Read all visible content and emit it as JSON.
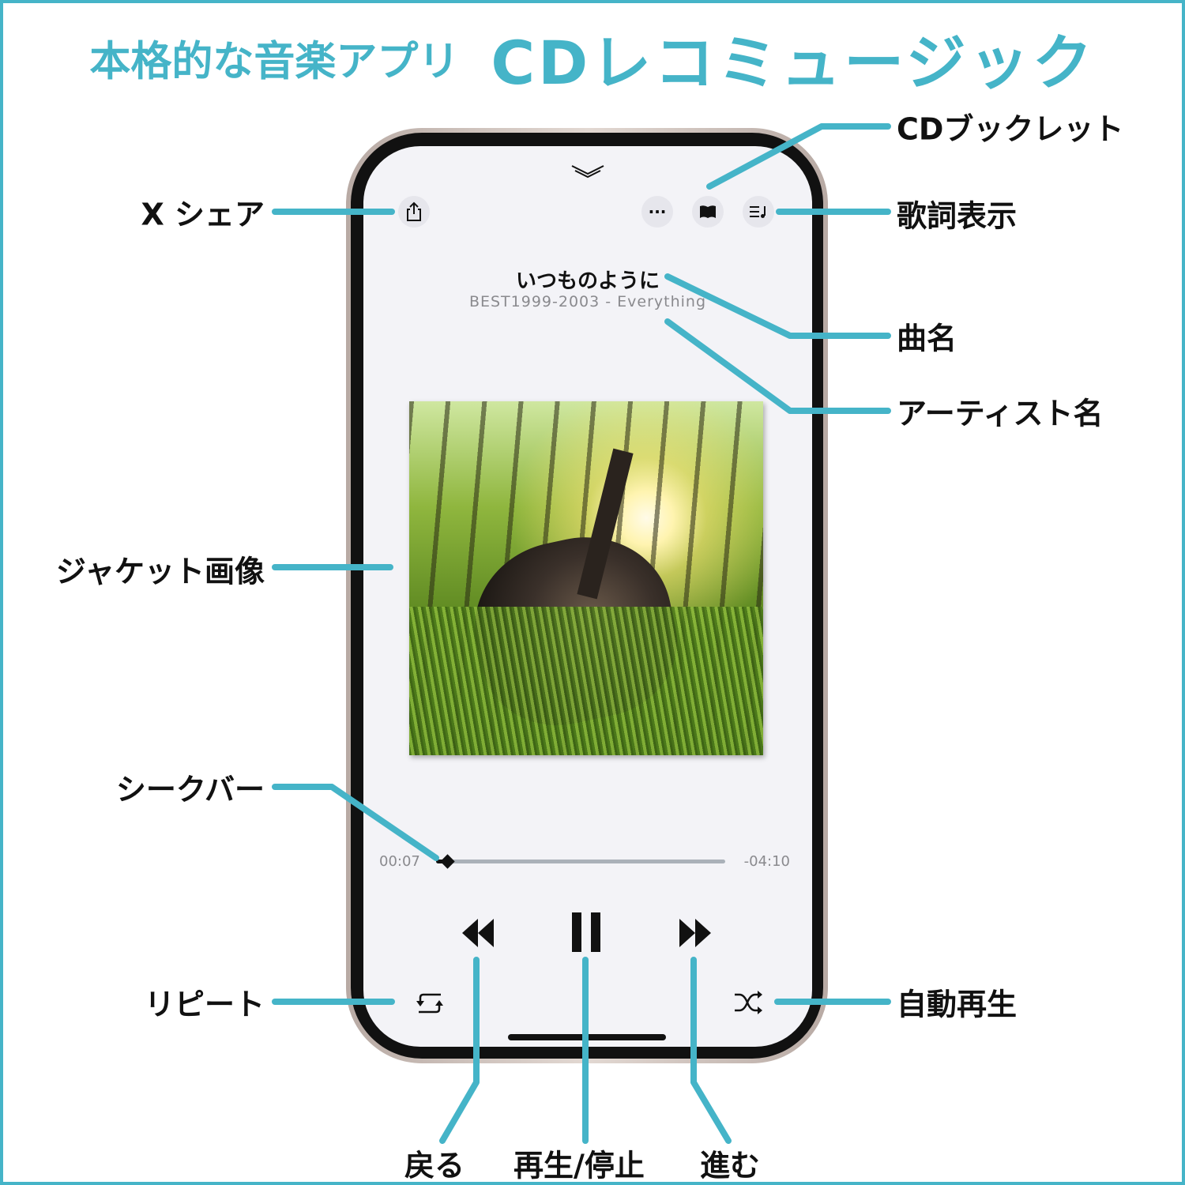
{
  "heading": {
    "tagline": "本格的な音楽アプリ",
    "app_name": "CDレコミュージック"
  },
  "player": {
    "song_title": "いつものように",
    "artist_line": "BEST1999-2003 - Everything",
    "elapsed": "00:07",
    "remaining": "-04:10",
    "progress_fraction": 0.03,
    "icons": [
      "chevron-down-icon",
      "share-icon",
      "more-icon",
      "booklet-icon",
      "lyrics-icon",
      "rewind-icon",
      "pause-icon",
      "fast-forward-icon",
      "repeat-icon",
      "shuffle-icon"
    ]
  },
  "callouts": {
    "share": "X シェア",
    "booklet": "CDブックレット",
    "lyrics": "歌詞表示",
    "song": "曲名",
    "artist": "アーティスト名",
    "jacket": "ジャケット画像",
    "seek": "シークバー",
    "repeat": "リピート",
    "autoplay": "自動再生",
    "back": "戻る",
    "play_pause": "再生/停止",
    "forward": "進む"
  },
  "colors": {
    "accent": "#45b4c8",
    "screen_bg": "#f3f3f7"
  }
}
